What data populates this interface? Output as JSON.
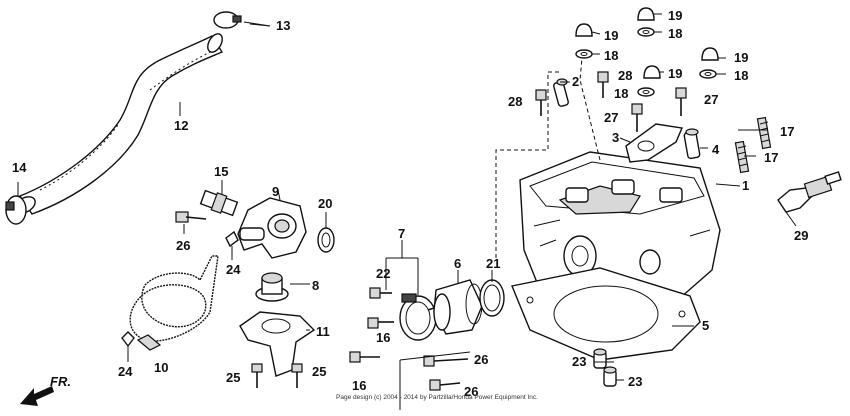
{
  "callouts": {
    "c1": "1",
    "c2": "2",
    "c3": "3",
    "c4": "4",
    "c5": "5",
    "c6": "6",
    "c7": "7",
    "c8": "8",
    "c9": "9",
    "c10": "10",
    "c11": "11",
    "c12": "12",
    "c13": "13",
    "c14": "14",
    "c15": "15",
    "c16a": "16",
    "c16b": "16",
    "c17a": "17",
    "c17b": "17",
    "c18a": "18",
    "c18b": "18",
    "c18c": "18",
    "c18d": "18",
    "c19a": "19",
    "c19b": "19",
    "c19c": "19",
    "c19d": "19",
    "c20": "20",
    "c21": "21",
    "c22": "22",
    "c23a": "23",
    "c23b": "23",
    "c24a": "24",
    "c24b": "24",
    "c25a": "25",
    "c25b": "25",
    "c26a": "26",
    "c26b": "26",
    "c26c": "26",
    "c27a": "27",
    "c27b": "27",
    "c28a": "28",
    "c28b": "28",
    "c29": "29"
  },
  "direction_label": "FR.",
  "copyright_text": "Page design (c) 2004 - 2014 by Partzilla/Honda Power Equipment Inc."
}
